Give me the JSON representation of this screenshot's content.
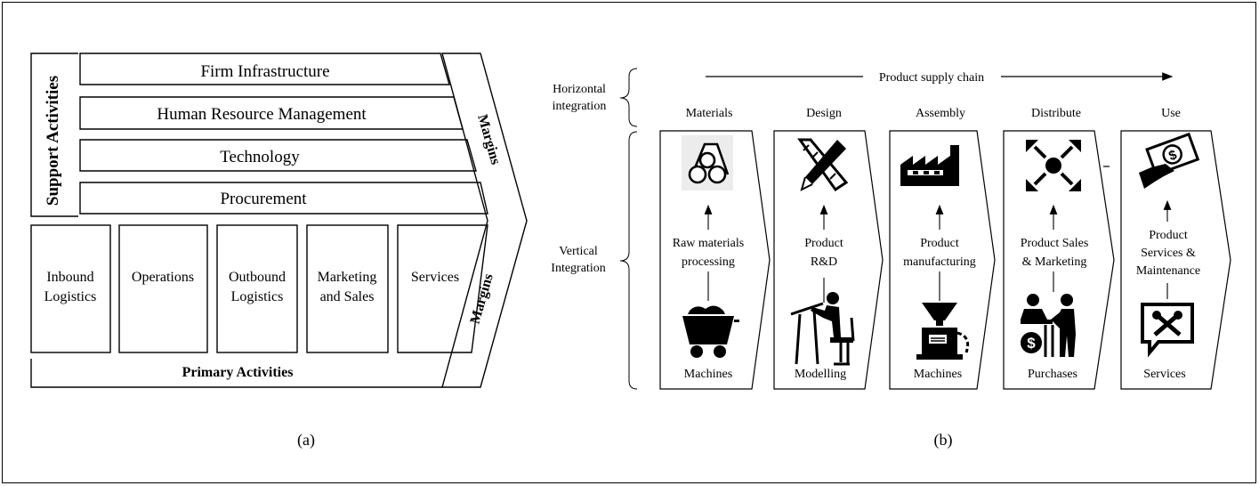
{
  "panel_a": {
    "support_label": "Support Activities",
    "support": [
      "Firm Infrastructure",
      "Human Resource Management",
      "Technology",
      "Procurement"
    ],
    "primary": [
      [
        "Inbound",
        "Logistics"
      ],
      [
        "Operations"
      ],
      [
        "Outbound",
        "Logistics"
      ],
      [
        "Marketing",
        "and Sales"
      ],
      [
        "Services"
      ]
    ],
    "primary_label": "Primary Activities",
    "margins_top": "Margins",
    "margins_bottom": "Margins",
    "caption": "(a)"
  },
  "panel_b": {
    "horizontal_label": [
      "Horizontal",
      "integration"
    ],
    "vertical_label": [
      "Vertical",
      "Integration"
    ],
    "supply_chain_label": "Product supply chain",
    "stages": [
      {
        "name": "Materials",
        "process": [
          "Raw materials",
          "processing"
        ],
        "bottom": "Machines",
        "top_icon": "pipes-icon",
        "bottom_icon": "mine-cart-icon"
      },
      {
        "name": "Design",
        "process": [
          "Product",
          "R&D"
        ],
        "bottom": "Modelling",
        "top_icon": "pencil-ruler-icon",
        "bottom_icon": "drafting-person-icon"
      },
      {
        "name": "Assembly",
        "process": [
          "Product",
          "manufacturing"
        ],
        "bottom": "Machines",
        "top_icon": "factory-icon",
        "bottom_icon": "grinder-machine-icon"
      },
      {
        "name": "Distribute",
        "process": [
          "Product Sales",
          "& Marketing"
        ],
        "bottom": "Purchases",
        "top_icon": "distribution-arrows-icon",
        "bottom_icon": "purchase-counter-icon"
      },
      {
        "name": "Use",
        "process": [
          "Product",
          "Services &",
          "Maintenance"
        ],
        "bottom": "Services",
        "top_icon": "payment-hand-icon",
        "bottom_icon": "service-tools-icon"
      }
    ],
    "caption": "(b)"
  }
}
